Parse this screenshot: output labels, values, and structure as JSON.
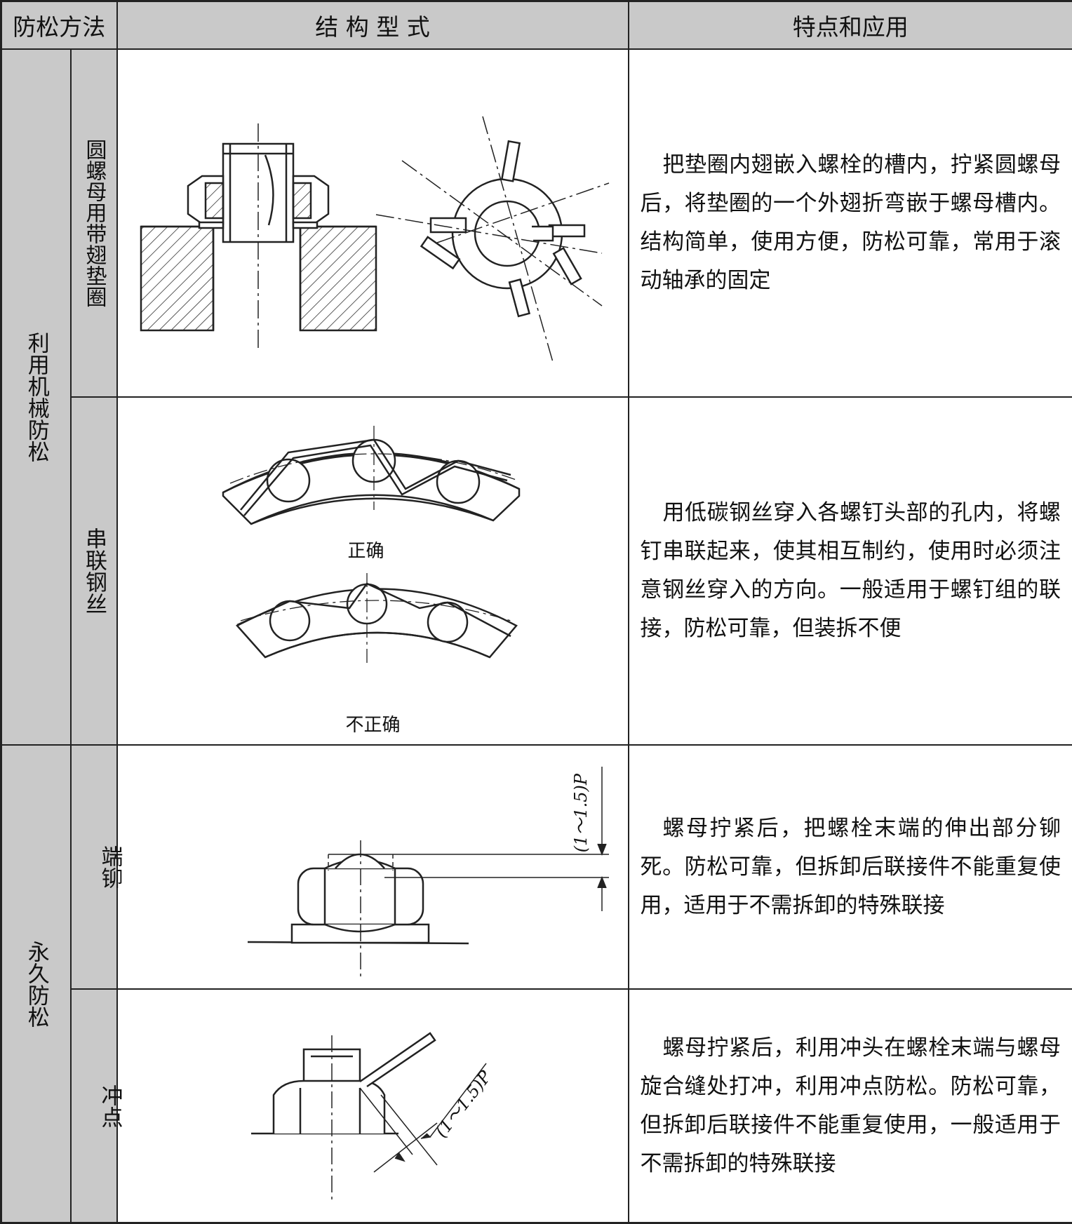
{
  "header": {
    "method": "防松方法",
    "structure": "结 构 型 式",
    "features": "特点和应用"
  },
  "groups": [
    {
      "label": "利用机械防松",
      "rows": [
        {
          "name": "圆螺母用带翅垫圈",
          "description": "把垫圈内翅嵌入螺栓的槽内，拧紧圆螺母后，将垫圈的一个外翅折弯嵌于螺母槽内。结构简单，使用方便，防松可靠，常用于滚动轴承的固定"
        },
        {
          "name": "串联钢丝",
          "caption_correct": "正确",
          "caption_incorrect": "不正确",
          "description": "用低碳钢丝穿入各螺钉头部的孔内，将螺钉串联起来，使其相互制约，使用时必须注意钢丝穿入的方向。一般适用于螺钉组的联接，防松可靠，但装拆不便"
        }
      ]
    },
    {
      "label": "永久防松",
      "rows": [
        {
          "name": "端铆",
          "dimension": "(1～1.5)P",
          "description": "螺母拧紧后，把螺栓末端的伸出部分铆死。防松可靠，但拆卸后联接件不能重复使用，适用于不需拆卸的特殊联接"
        },
        {
          "name": "冲点",
          "dimension": "(1～1.5)P",
          "description": "螺母拧紧后，利用冲头在螺栓末端与螺母旋合缝处打冲，利用冲点防松。防松可靠，但拆卸后联接件不能重复使用，一般适用于不需拆卸的特殊联接"
        }
      ]
    }
  ]
}
